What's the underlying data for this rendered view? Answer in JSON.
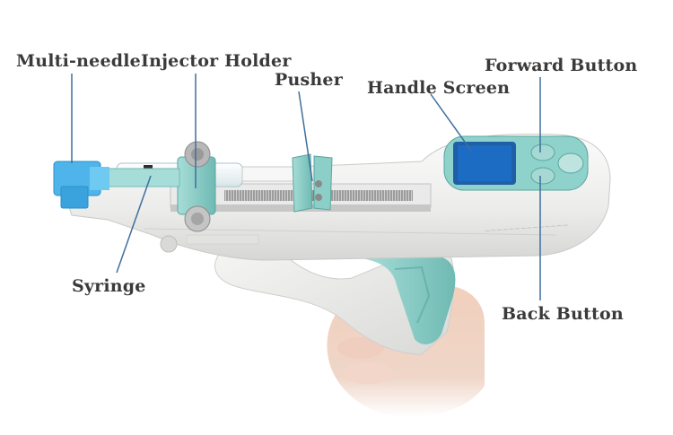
{
  "labels": {
    "multi_needle": "Multi-needle",
    "injector_holder": "Injector Holder",
    "pusher": "Pusher",
    "handle_screen": "Handle Screen",
    "forward_button": "Forward Button",
    "syringe": "Syringe",
    "back_button": "Back Button"
  },
  "colors": {
    "accent_blue": "#59c3ec",
    "teal": "#8fd2cc",
    "body": "#f1f1f0",
    "screen": "#1d6cc4",
    "label_text": "#3a3a3a"
  }
}
